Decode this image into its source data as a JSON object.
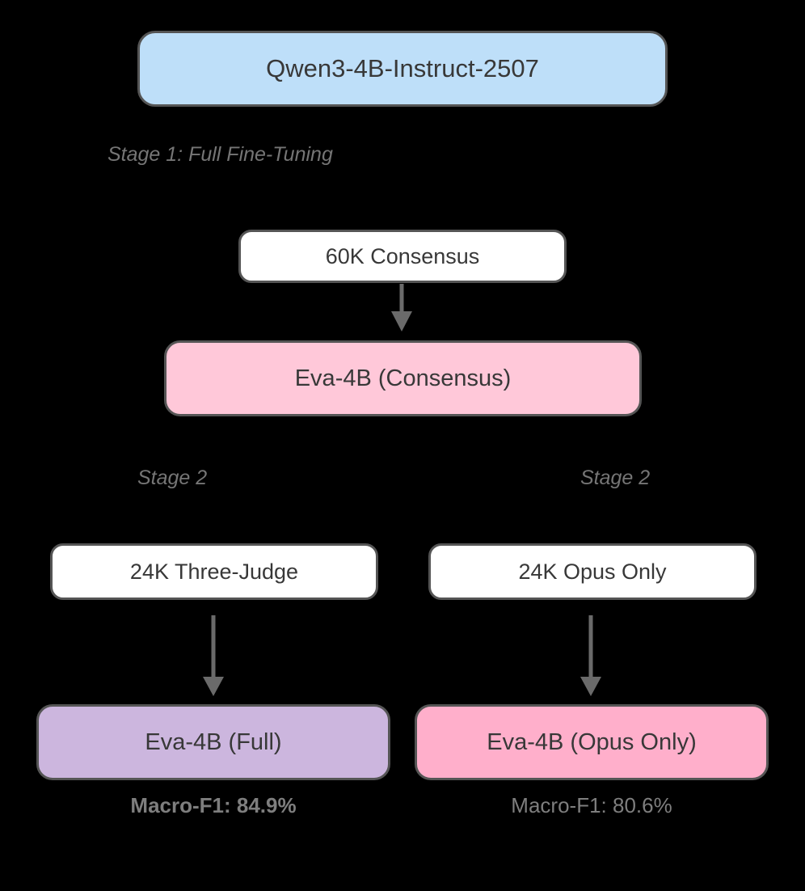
{
  "diagram": {
    "nodes": {
      "base_model": {
        "label": "Qwen3-4B-Instruct-2507",
        "fill": "#BEDFF9"
      },
      "consensus_dataset": {
        "label": "60K Consensus",
        "fill": "#FFFFFF"
      },
      "consensus_model": {
        "label": "Eva-4B (Consensus)",
        "fill": "#FFC8D9"
      },
      "three_judge_dataset": {
        "label": "24K Three-Judge",
        "fill": "#FFFFFF"
      },
      "opus_only_dataset": {
        "label": "24K Opus Only",
        "fill": "#FFFFFF"
      },
      "full_model": {
        "label": "Eva-4B (Full)",
        "fill": "#CCB6DE"
      },
      "opus_only_model": {
        "label": "Eva-4B (Opus Only)",
        "fill": "#FFAFCB"
      }
    },
    "labels": {
      "stage1": "Stage 1: Full Fine-Tuning",
      "stage2_left": "Stage 2",
      "stage2_right": "Stage 2"
    },
    "metrics": {
      "full_model": "Macro-F1: 84.9%",
      "opus_only_model": "Macro-F1: 80.6%"
    },
    "colors": {
      "background": "#000000",
      "node_border": "#555555",
      "node_text": "#383838",
      "arrow": "#6A6A6A",
      "stage_label_text": "#757575",
      "metric_text": "#7E7E7E"
    }
  }
}
